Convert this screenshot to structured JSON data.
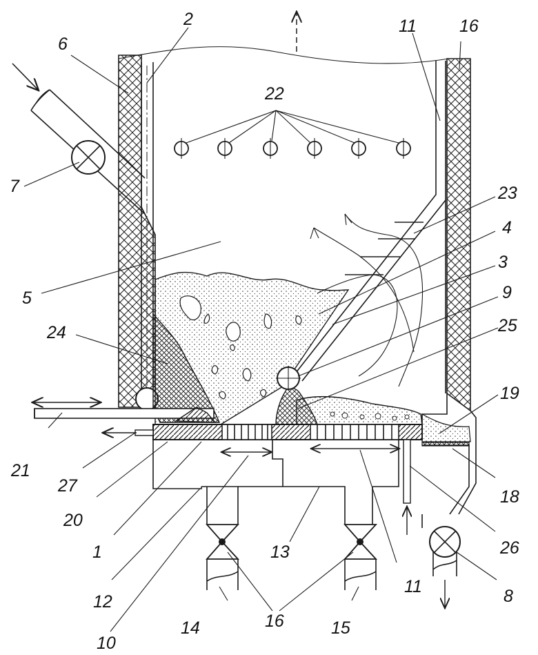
{
  "labels": {
    "l1": "1",
    "l2": "2",
    "l3": "3",
    "l4": "4",
    "l5": "5",
    "l6": "6",
    "l7": "7",
    "l8": "8",
    "l9": "9",
    "l10": "10",
    "l11a": "11",
    "l11b": "11",
    "l12": "12",
    "l13": "13",
    "l14": "14",
    "l15": "15",
    "l16a": "16",
    "l16b": "16",
    "l18": "18",
    "l19": "19",
    "l20": "20",
    "l21": "21",
    "l22": "22",
    "l23": "23",
    "l24": "24",
    "l25": "25",
    "l26": "26",
    "l27": "27"
  },
  "colors": {
    "line": "#1a1a1a",
    "background": "#ffffff"
  }
}
